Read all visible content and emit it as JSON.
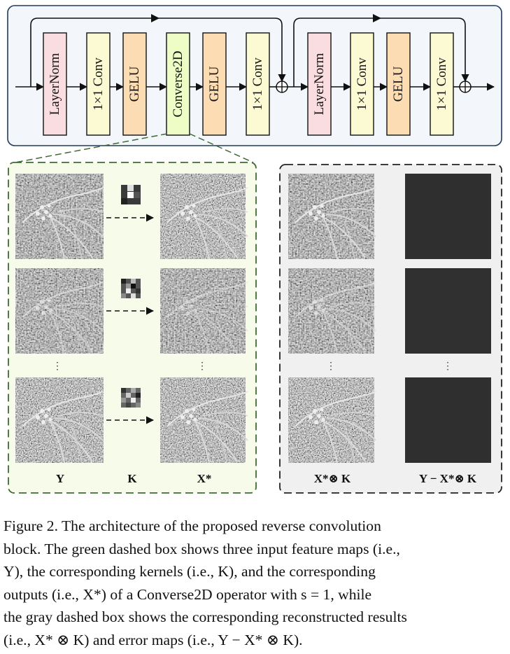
{
  "top_blocks": [
    {
      "label": "LayerNorm",
      "fill": "#f9dde1"
    },
    {
      "label": "1×1 Conv",
      "fill": "#fbfad2"
    },
    {
      "label": "GELU",
      "fill": "#fbdcb3"
    },
    {
      "label": "Converse2D",
      "fill": "#eefcc6"
    },
    {
      "label": "GELU",
      "fill": "#fbdcb3"
    },
    {
      "label": "1×1 Conv",
      "fill": "#fbfad2"
    },
    {
      "label": "LayerNorm",
      "fill": "#f9dde1"
    },
    {
      "label": "1×1 Conv",
      "fill": "#fbfad2"
    },
    {
      "label": "GELU",
      "fill": "#fbdcb3"
    },
    {
      "label": "1×1 Conv",
      "fill": "#fbfad2"
    }
  ],
  "colors": {
    "outer_border": "#1f3a5c",
    "outer_fill": "#f3f6fb",
    "green_border": "#3f6b33",
    "green_fill": "#f7fbe9",
    "gray_border": "#222222",
    "gray_fill": "#f0f0f0"
  },
  "green_panel": {
    "col_labels": [
      "Y",
      "K",
      "X*"
    ],
    "dots": [
      "⋮",
      "⋮"
    ]
  },
  "gray_panel": {
    "col_labels": [
      "X*⊗ K",
      "Y − X*⊗ K"
    ],
    "dots": [
      "⋮",
      "⋮"
    ]
  },
  "caption": {
    "lines": [
      "Figure 2.  The architecture of the proposed reverse convolution",
      "block. The green dashed box shows three input feature maps (i.e.,",
      "Y), the corresponding kernels (i.e., K), and the corresponding",
      "outputs (i.e., X*) of a Converse2D operator with s = 1, while",
      "the gray dashed box shows the corresponding reconstructed results",
      "(i.e., X* ⊗ K) and error maps (i.e., Y − X* ⊗ K)."
    ]
  }
}
